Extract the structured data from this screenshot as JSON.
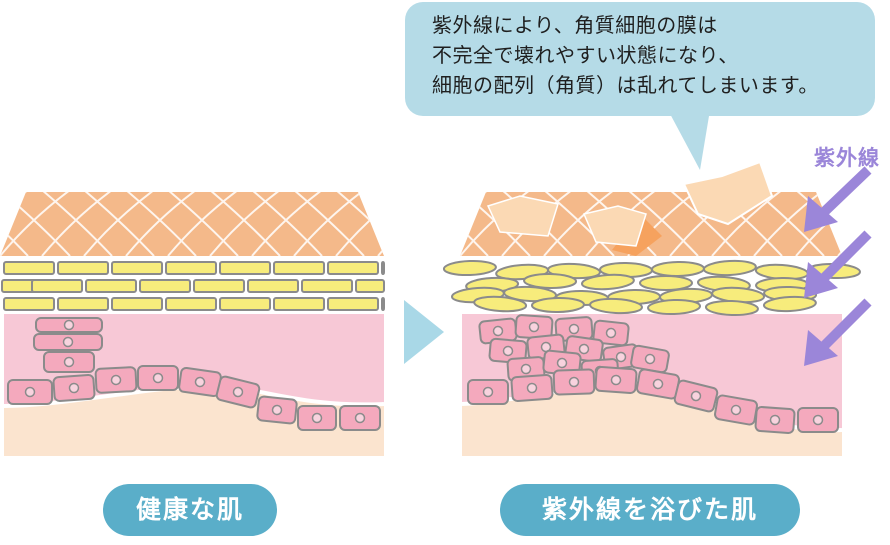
{
  "callout": {
    "lines": [
      "紫外線により、角質細胞の膜は",
      "不完全で壊れやすい状態になり、",
      "細胞の配列（角質）は乱れてしまいます。"
    ]
  },
  "uv_label": "紫外線",
  "labels": {
    "healthy": "健康な肌",
    "uv_exposed": "紫外線を浴びた肌"
  },
  "colors": {
    "surface": "#f4b98a",
    "surface_grid": "#ffffff",
    "stratum": "#f7ec7c",
    "cell_border": "#8b8b8b",
    "epidermis": "#f7c8d6",
    "cell": "#f4a9bd",
    "dermis": "#fbe4cf",
    "callout": "#b5dbe7",
    "arrow_next": "#a9d8e7",
    "uv": "#9b86d9",
    "pill": "#5aaec9"
  }
}
